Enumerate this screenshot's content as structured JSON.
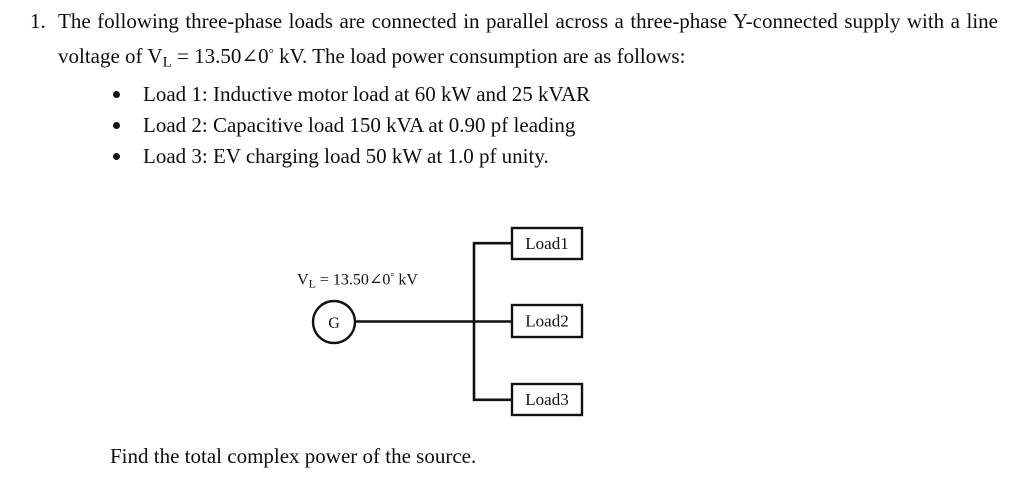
{
  "problem": {
    "number": "1.",
    "line1": "The following three-phase loads are connected in parallel across a three-phase Y-connected",
    "line2_pre": "supply with a line voltage of V",
    "line2_sub": "L",
    "line2_eq": " = 13.50",
    "line2_angle": "∠",
    "line2_phase": "0",
    "line2_deg": "°",
    "line2_unit": " kV",
    "line2_post": ". The load power consumption are as follows:"
  },
  "bullets": [
    {
      "text": "Load 1: Inductive motor load at 60 kW and 25 kVAR"
    },
    {
      "text": "Load 2: Capacitive load 150 kVA at 0.90 pf leading"
    },
    {
      "text": "Load 3: EV charging load 50 kW at 1.0 pf unity."
    }
  ],
  "diagram": {
    "source_label": "G",
    "voltage_label": {
      "symbol": "V",
      "subscript": "L",
      "equals": " = 13.50",
      "angle": "∠",
      "phase": "0",
      "degree": "°",
      "unit": " kV"
    },
    "loads": [
      {
        "label": "Load1"
      },
      {
        "label": "Load2"
      },
      {
        "label": "Load3"
      }
    ],
    "colors": {
      "wire": "#111111",
      "box_border": "#111111",
      "background": "#ffffff"
    }
  },
  "closing": {
    "text": "Find the total complex power of the source."
  }
}
